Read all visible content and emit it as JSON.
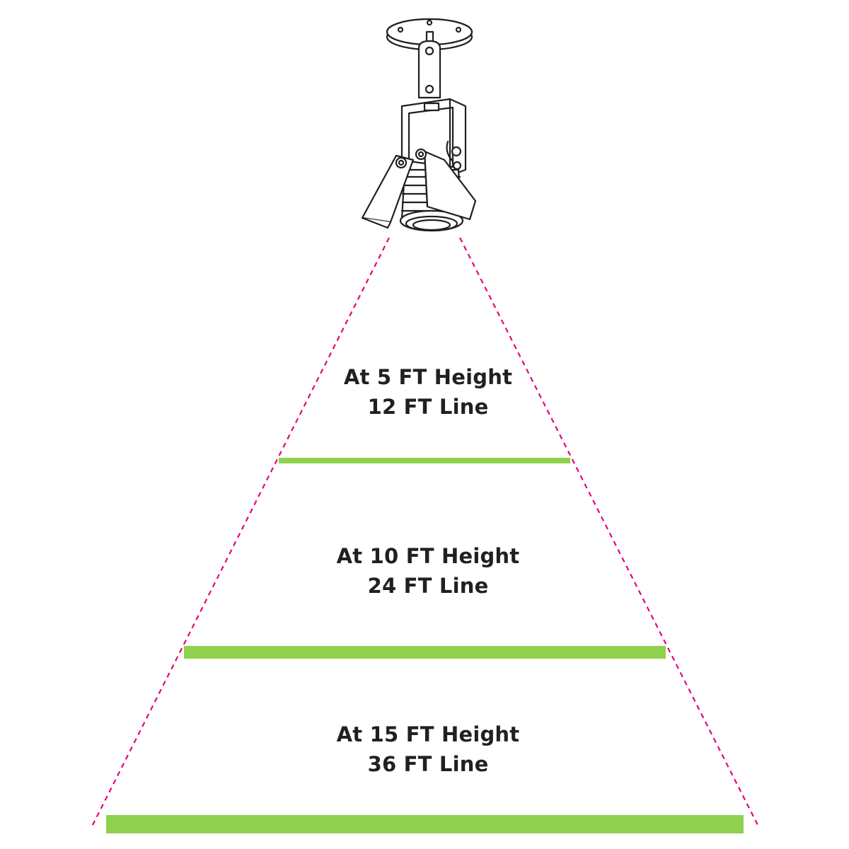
{
  "levels": [
    {
      "height_ft": 5,
      "height_label": "At 5 FT Height",
      "line_label": "12 FT Line",
      "line_ft": 12
    },
    {
      "height_ft": 10,
      "height_label": "At 10 FT Height",
      "line_label": "24 FT Line",
      "line_ft": 24
    },
    {
      "height_ft": 15,
      "height_label": "At 15 FT Height",
      "line_label": "36 FT Line",
      "line_ft": 36
    }
  ],
  "colors": {
    "beam_line": "#e5007e",
    "coverage_bar": "#8fd14f",
    "text": "#231f20",
    "fixture_stroke": "#231f20"
  },
  "icons": {
    "fixture": "spotlight-fixture-icon"
  }
}
